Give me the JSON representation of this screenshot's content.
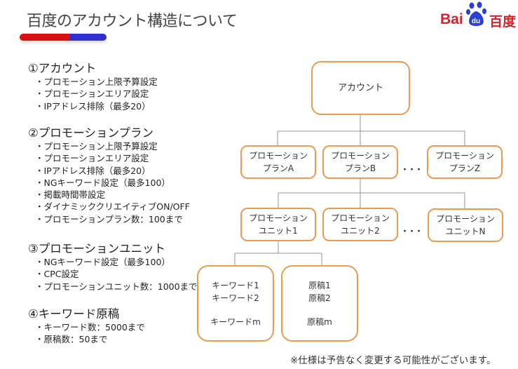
{
  "title": "百度のアカウント構造について",
  "logo": {
    "latin": "Bai",
    "paw": "du",
    "chinese": "百度",
    "red": "#d8202a",
    "blue": "#2a3fd8"
  },
  "sections": [
    {
      "heading": "①アカウント",
      "items": [
        "・プロモーション上限予算設定",
        "・プロモーションエリア設定",
        "・IPアドレス排除（最多20）"
      ]
    },
    {
      "heading": "②プロモーションプラン",
      "items": [
        "・プロモーション上限予算設定",
        "・プロモーションエリア設定",
        "・IPアドレス排除（最多20）",
        "・NGキーワード設定（最多100）",
        "・掲載時間帯設定",
        "・ダイナミッククリエイティブON/OFF",
        "・プロモーションプラン数：100まで"
      ]
    },
    {
      "heading": "③プロモーションユニット",
      "items": [
        "・NGキーワード設定（最多100）",
        "・CPC設定",
        "・プロモーションユニット数：1000まで"
      ]
    },
    {
      "heading": "④キーワード原稿",
      "items": [
        "・キーワード数：5000まで",
        "・原稿数：50まで"
      ]
    }
  ],
  "diagram": {
    "account": "アカウント",
    "plans": [
      "プロモーションプランA",
      "プロモーションプランB",
      "プロモーションプランZ"
    ],
    "units": [
      "プロモーションユニット1",
      "プロモーションユニット2",
      "プロモーションユニットN"
    ],
    "ellipsis": "・・・",
    "keywords": {
      "l1": "キーワード1",
      "l2": "キーワード2",
      "l3": "キーワードm"
    },
    "ads": {
      "l1": "原稿1",
      "l2": "原稿2",
      "l3": "原稿m"
    },
    "border_color": "#ec9a50"
  },
  "note": "※仕様は予告なく変更する可能性がございます。"
}
